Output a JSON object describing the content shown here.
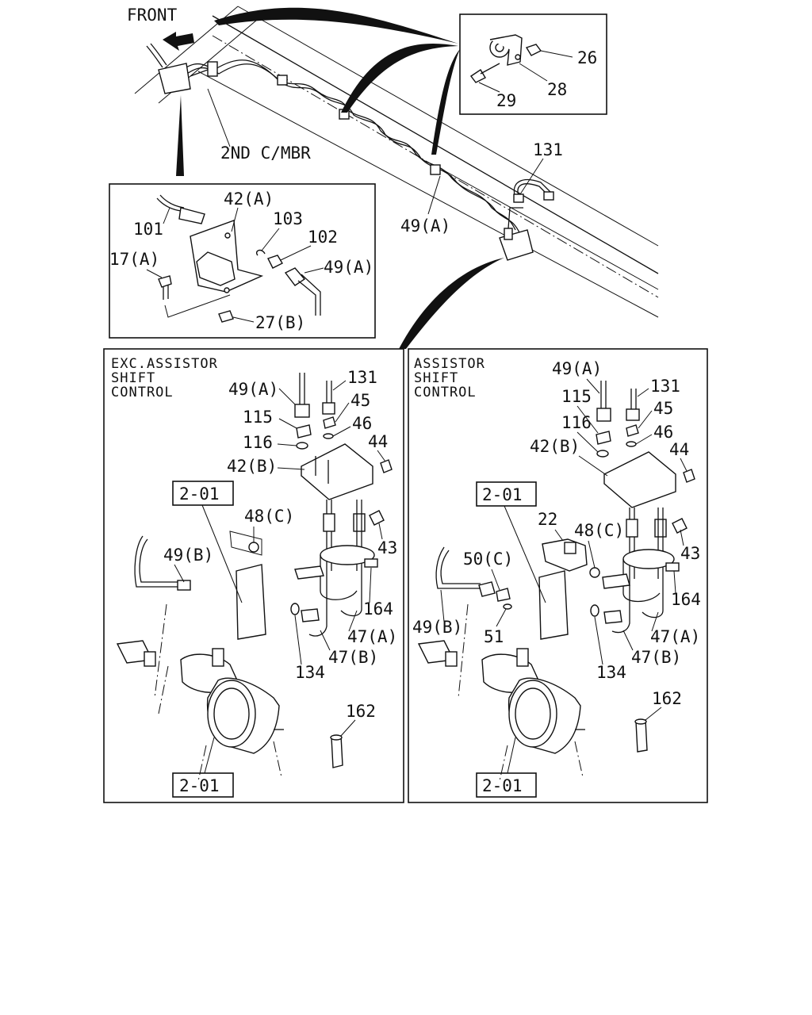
{
  "header": {
    "front": "FRONT",
    "member": "2ND C/MBR"
  },
  "detail_top": {
    "callouts": [
      "26",
      "28",
      "29"
    ]
  },
  "overview": {
    "callouts": [
      "131",
      "49(A)"
    ]
  },
  "detail_bracket": {
    "callouts": [
      "42(A)",
      "101",
      "103",
      "102",
      "17(A)",
      "49(A)",
      "27(B)"
    ]
  },
  "panel_left": {
    "title": [
      "EXC.ASSISTOR",
      "SHIFT",
      "CONTROL"
    ],
    "ref_top": "2-01",
    "ref_bottom": "2-01",
    "callouts": [
      "49(A)",
      "131",
      "45",
      "115",
      "46",
      "116",
      "44",
      "42(B)",
      "48(C)",
      "43",
      "49(B)",
      "164",
      "47(A)",
      "47(B)",
      "134",
      "162"
    ]
  },
  "panel_right": {
    "title": [
      "ASSISTOR",
      "SHIFT",
      "CONTROL"
    ],
    "ref_top": "2-01",
    "ref_bottom": "2-01",
    "callouts": [
      "49(A)",
      "131",
      "115",
      "45",
      "116",
      "46",
      "42(B)",
      "44",
      "22",
      "48(C)",
      "50(C)",
      "43",
      "164",
      "49(B)",
      "51",
      "47(A)",
      "47(B)",
      "134",
      "162"
    ]
  }
}
